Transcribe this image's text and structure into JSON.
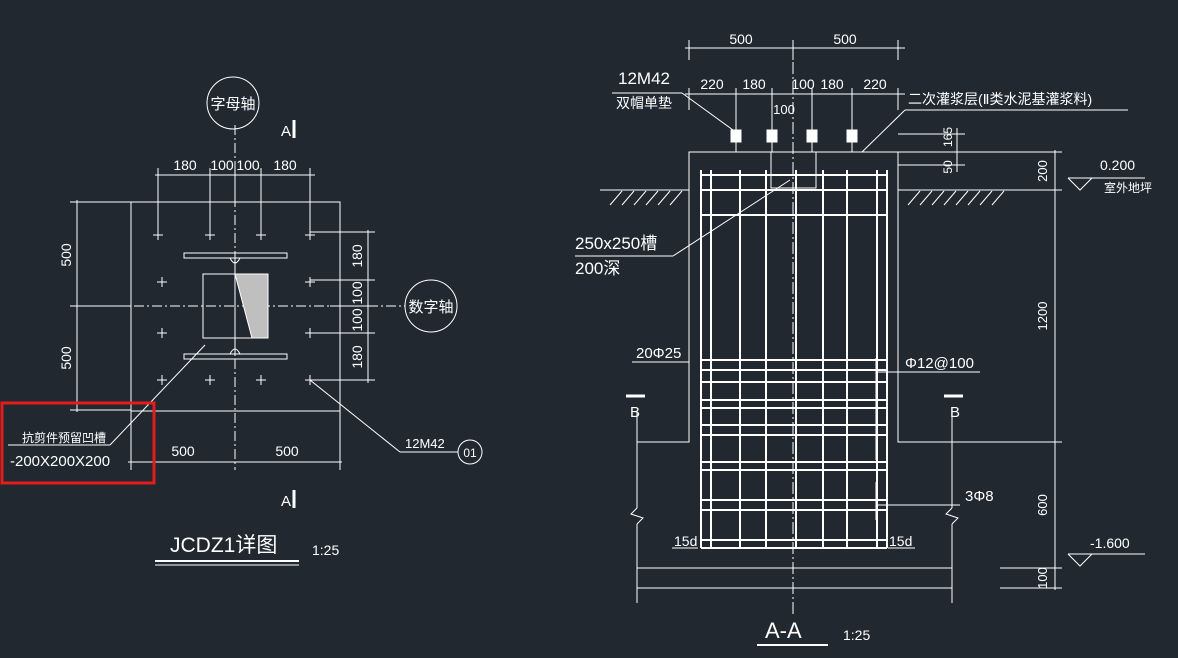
{
  "colors": {
    "background": "#212830",
    "lines": "#ffffff",
    "highlight": "#e11d1d"
  },
  "plan": {
    "axis_letter": "字母轴",
    "axis_number": "数字轴",
    "section_mark_top": "A",
    "section_mark_bottom": "A",
    "dims_top": [
      "180",
      "100",
      "100",
      "180"
    ],
    "dims_left": [
      "500",
      "500"
    ],
    "dims_right": [
      "180",
      "100",
      "100",
      "180"
    ],
    "dims_bottom": [
      "500",
      "500"
    ],
    "bolt_label": "12M42",
    "bolt_ref": "01",
    "note_line1": "抗剪件预留凹槽",
    "note_line2": "-200X200X200",
    "title": "JCDZ1详图",
    "scale": "1:25"
  },
  "section": {
    "dims_top_row1": [
      "500",
      "500"
    ],
    "dims_top_row2": [
      "220",
      "180",
      "100",
      "180",
      "220"
    ],
    "dim_center": "100",
    "bolt_label": "12M42",
    "washer_label": "双帽单垫",
    "grout_label": "二次灌浆层(Ⅱ类水泥基灌浆料)",
    "groove_label1": "250x250槽",
    "groove_label2": "200深",
    "rebar_main": "20Φ25",
    "stirrup": "Φ12@100",
    "tie": "3Φ8",
    "anchor_left": "15d",
    "anchor_right": "15d",
    "dims_right": [
      "200",
      "1200",
      "600",
      "100"
    ],
    "dims_top_small": [
      "165",
      "50"
    ],
    "elev_top": "0.200",
    "elev_top_label": "室外地坪",
    "elev_bottom": "-1.600",
    "cut_left": "B",
    "cut_right": "B",
    "title": "A-A",
    "scale": "1:25"
  }
}
